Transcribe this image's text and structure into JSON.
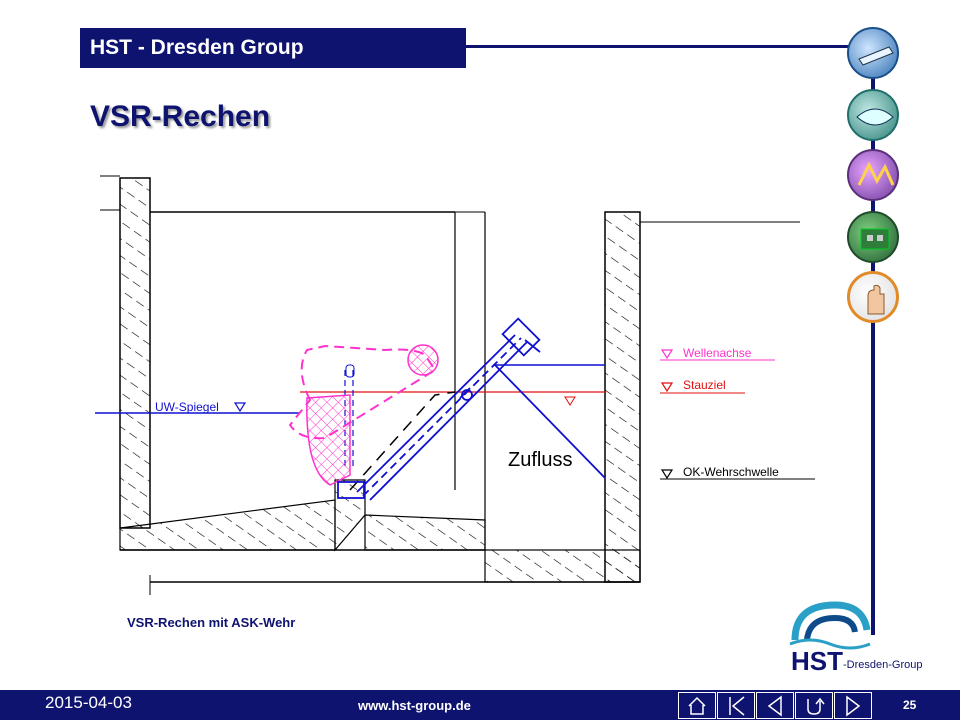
{
  "header": {
    "group_name": "HST - Dresden Group"
  },
  "slide": {
    "title": "VSR-Rechen",
    "caption": "VSR-Rechen mit ASK-Wehr"
  },
  "diagram": {
    "labels": {
      "uw_spiegel": "UW-Spiegel",
      "wellenachse": "Wellenachse",
      "stauziel": "Stauziel",
      "zufluss": "Zufluss",
      "ok_wehrschwelle": "OK-Wehrschwelle"
    },
    "colors": {
      "outline": "#000000",
      "rake": "#1010d0",
      "flap": "#ff33cc",
      "water": "#e01010"
    }
  },
  "logo": {
    "letters": "HST",
    "suffix": "-Dresden-Group"
  },
  "footer": {
    "date": "2015-04-03",
    "url": "www.hst-group.de",
    "page": "25"
  },
  "nav_buttons": [
    "home-icon",
    "first-slide-icon",
    "previous-slide-icon",
    "return-icon",
    "next-slide-icon"
  ],
  "colors": {
    "brand_navy": "#0f1370",
    "accent_orange": "#e08a2a"
  }
}
